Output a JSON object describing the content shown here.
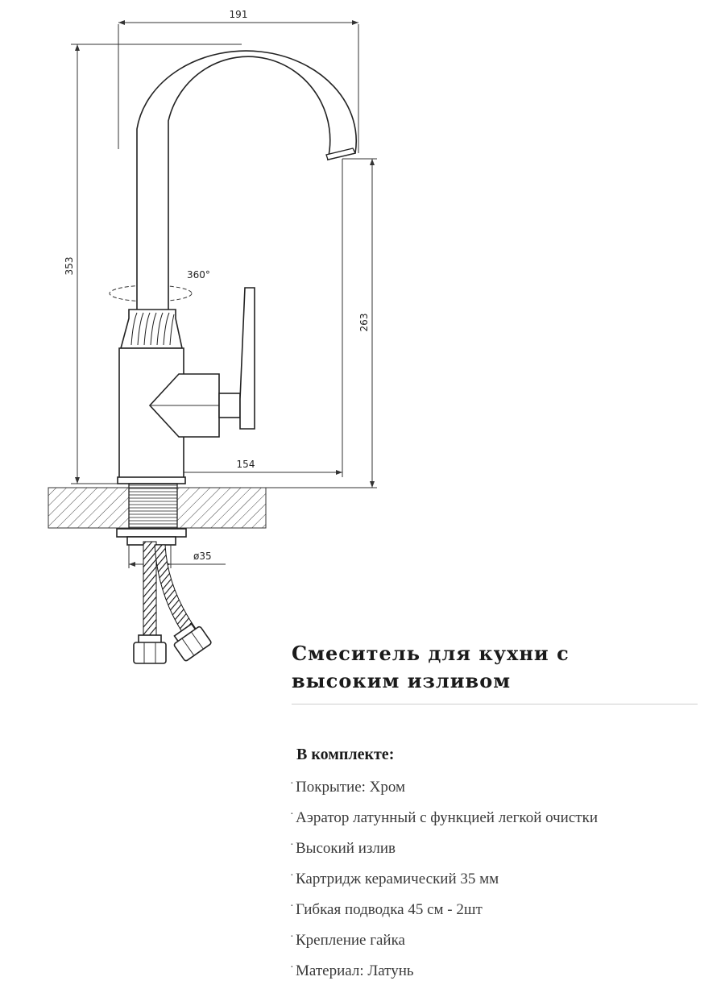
{
  "dimensions": {
    "width_top": "191",
    "height_total": "353",
    "height_spout": "263",
    "reach": "154",
    "diameter": "ø35",
    "rotation": "360°"
  },
  "product": {
    "title_line1": "Смеситель для кухни с",
    "title_line2": "высоким  изливом"
  },
  "specs": {
    "heading": "В комплекте:",
    "bullet": "·",
    "items": [
      "Покрытие: Хром",
      "Аэратор латунный с функцией легкой очистки",
      "Высокий  излив",
      "Картридж керамический 35 мм",
      "Гибкая подводка 45 см - 2шт",
      "Крепление гайка",
      "Материал: Латунь"
    ]
  },
  "colors": {
    "line": "#333333",
    "divider": "#cfcfcf",
    "text": "#3a3a3a"
  }
}
